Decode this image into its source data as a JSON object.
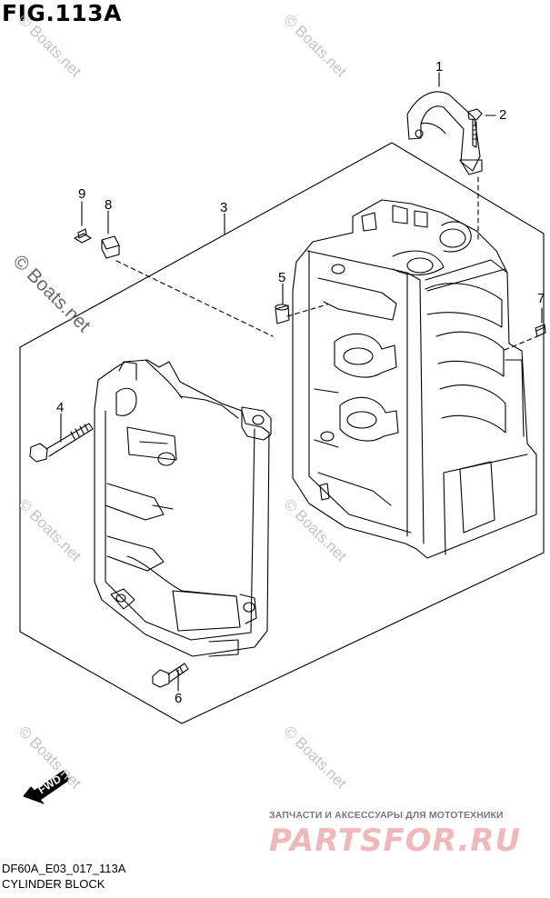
{
  "figure": {
    "title": "FIG.113A",
    "code": "DF60A_E03_017_113A",
    "name": "CYLINDER BLOCK"
  },
  "callouts": [
    "1",
    "2",
    "3",
    "4",
    "5",
    "6",
    "7",
    "8",
    "9"
  ],
  "direction_label": "FWD",
  "watermark": "© Boats.net",
  "ad": {
    "tagline": "ЗАПЧАСТИ И АКСЕССУАРЫ ДЛЯ МОТОТЕХНИКИ",
    "logo": "PARTSFOR.RU"
  },
  "colors": {
    "line": "#000000",
    "watermark": "#c4c4c4",
    "logo": "#f0b8b8"
  }
}
